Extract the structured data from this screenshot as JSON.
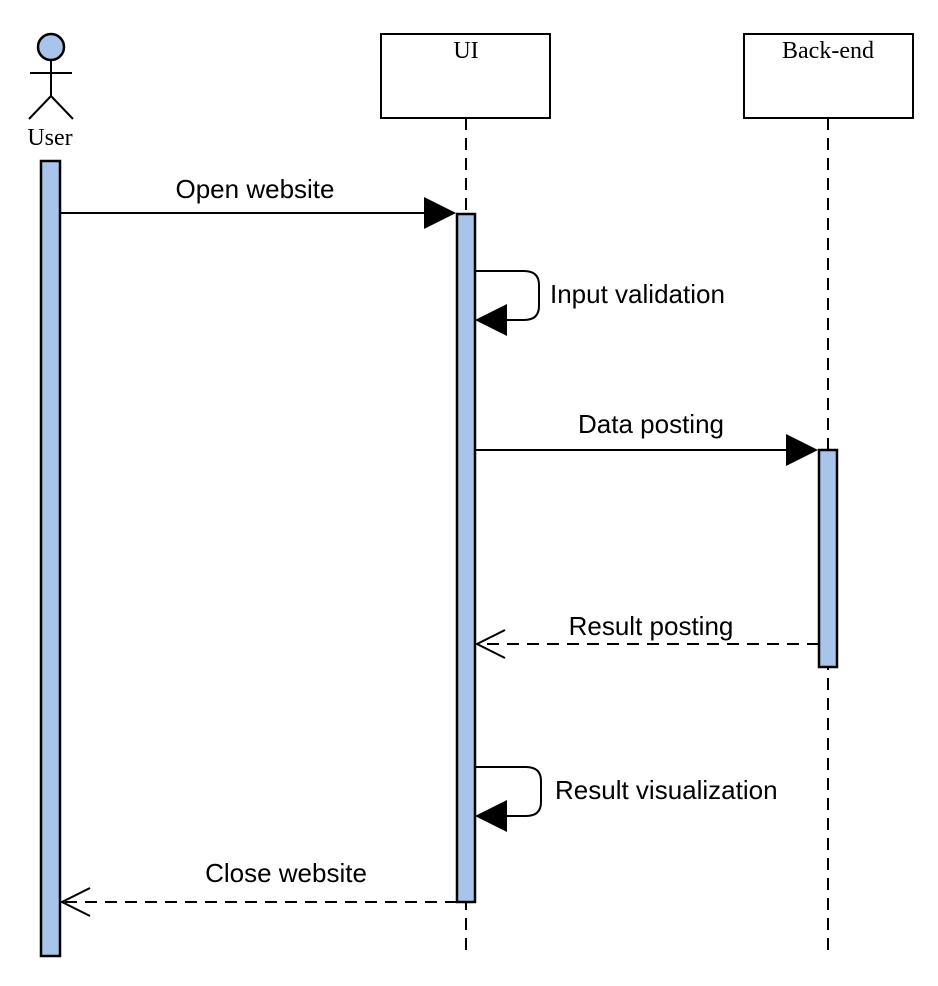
{
  "colors": {
    "activation_fill": "#a9c4eb",
    "stroke": "#000000",
    "background": "#ffffff"
  },
  "participants": {
    "user": {
      "label": "User",
      "kind": "actor"
    },
    "ui": {
      "label": "UI",
      "kind": "box"
    },
    "backend": {
      "label": "Back-end",
      "kind": "box"
    }
  },
  "messages": {
    "open_website": {
      "label": "Open website",
      "from": "User",
      "to": "UI",
      "style": "solid"
    },
    "input_validation": {
      "label": "Input validation",
      "from": "UI",
      "to": "UI",
      "style": "solid"
    },
    "data_posting": {
      "label": "Data posting",
      "from": "UI",
      "to": "Back-end",
      "style": "solid"
    },
    "result_posting": {
      "label": "Result posting",
      "from": "Back-end",
      "to": "UI",
      "style": "dashed"
    },
    "result_visualization": {
      "label": "Result visualization",
      "from": "UI",
      "to": "UI",
      "style": "solid"
    },
    "close_website": {
      "label": "Close website",
      "from": "UI",
      "to": "User",
      "style": "dashed"
    }
  }
}
